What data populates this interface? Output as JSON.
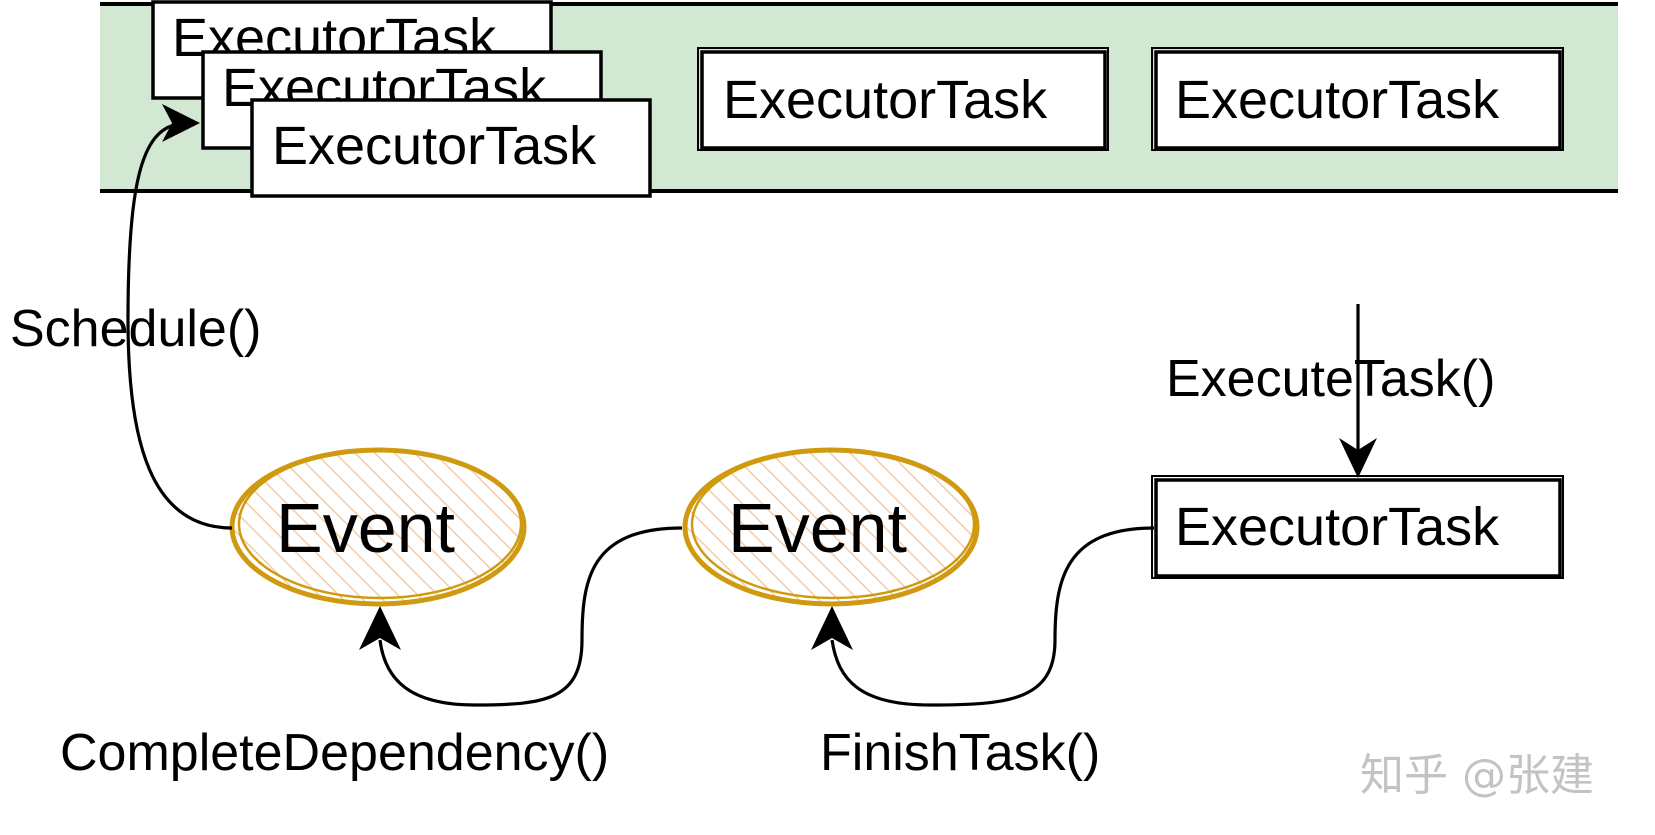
{
  "colors": {
    "queue_background": "#d3e8d3",
    "event_stroke": "#d09a10",
    "event_hatch": "#f5cba8",
    "line": "#000000",
    "watermark": "#b9b9b9"
  },
  "queue": {
    "tasks": [
      {
        "label": "ExecutorTask"
      },
      {
        "label": "ExecutorTask"
      },
      {
        "label": "ExecutorTask"
      },
      {
        "label": "ExecutorTask"
      },
      {
        "label": "ExecutorTask"
      }
    ]
  },
  "executing_task": {
    "label": "ExecutorTask"
  },
  "events": [
    {
      "label": "Event"
    },
    {
      "label": "Event"
    }
  ],
  "labels": {
    "schedule": "Schedule()",
    "execute_task": "ExecuteTask()",
    "complete_dependency": "CompleteDependency()",
    "finish_task": "FinishTask()"
  },
  "watermark": "知乎 @张建"
}
